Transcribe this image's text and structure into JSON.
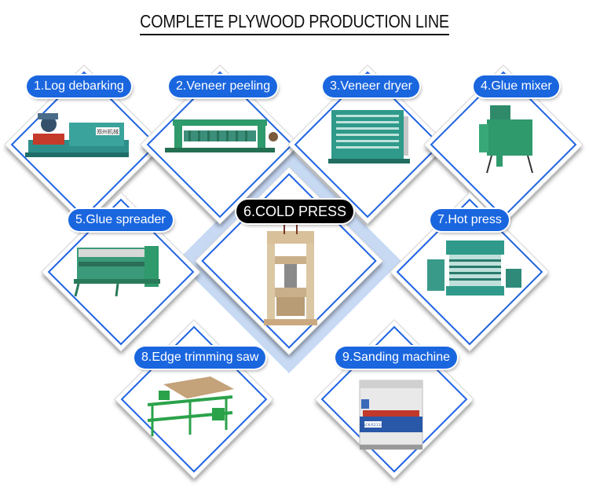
{
  "title": "COMPLETE PLYWOOD PRODUCTION LINE",
  "steps": [
    {
      "label": "1.Log debarking",
      "sign": "郑州机械"
    },
    {
      "label": "2.Veneer peeling"
    },
    {
      "label": "3.Veneer dryer"
    },
    {
      "label": "4.Glue mixer"
    },
    {
      "label": "5.Glue spreader"
    },
    {
      "label": "6.COLD PRESS"
    },
    {
      "label": "7.Hot press"
    },
    {
      "label": "8.Edge trimming saw"
    },
    {
      "label": "9.Sanding machine",
      "plate": "SCK-R2110"
    }
  ],
  "colors": {
    "accent": "#1a66df",
    "highlight": "#000000",
    "machine_green": "#2f9a6c"
  }
}
